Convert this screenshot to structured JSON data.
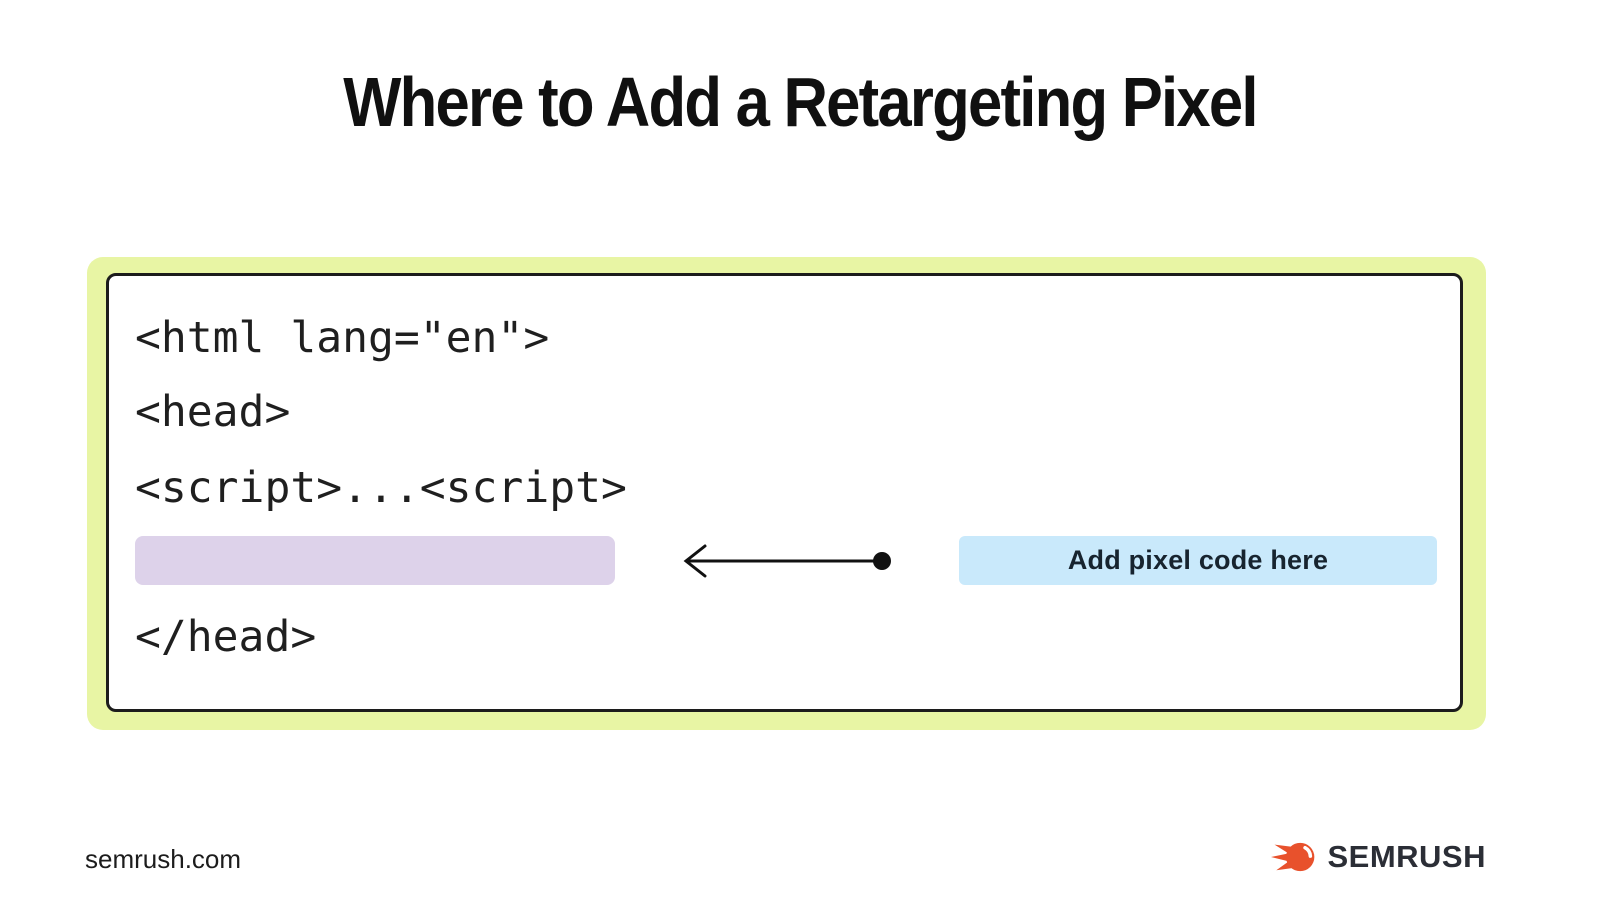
{
  "page": {
    "title": "Where to Add a Retargeting Pixel",
    "background": "#ffffff"
  },
  "diagram": {
    "frame_color": "#e8f5a4",
    "panel_background": "#ffffff",
    "panel_border_color": "#1c1c1c",
    "code_lines": [
      "<html lang=\"en\">",
      "<head>",
      "<script>...<script>",
      "</head>"
    ],
    "placeholder_color": "#ddd2ea",
    "arrow_icon": "arrow-left-from-dot",
    "arrow_color": "#111111",
    "callout": {
      "label": "Add pixel code here",
      "background": "#c9e9fb",
      "text_color": "#17242f"
    }
  },
  "footer": {
    "site_url": "semrush.com",
    "brand_wordmark": "SEMRUSH",
    "brand_icon": "semrush-flame-icon",
    "brand_orange": "#e8512c",
    "wordmark_color": "#2b2e36"
  }
}
